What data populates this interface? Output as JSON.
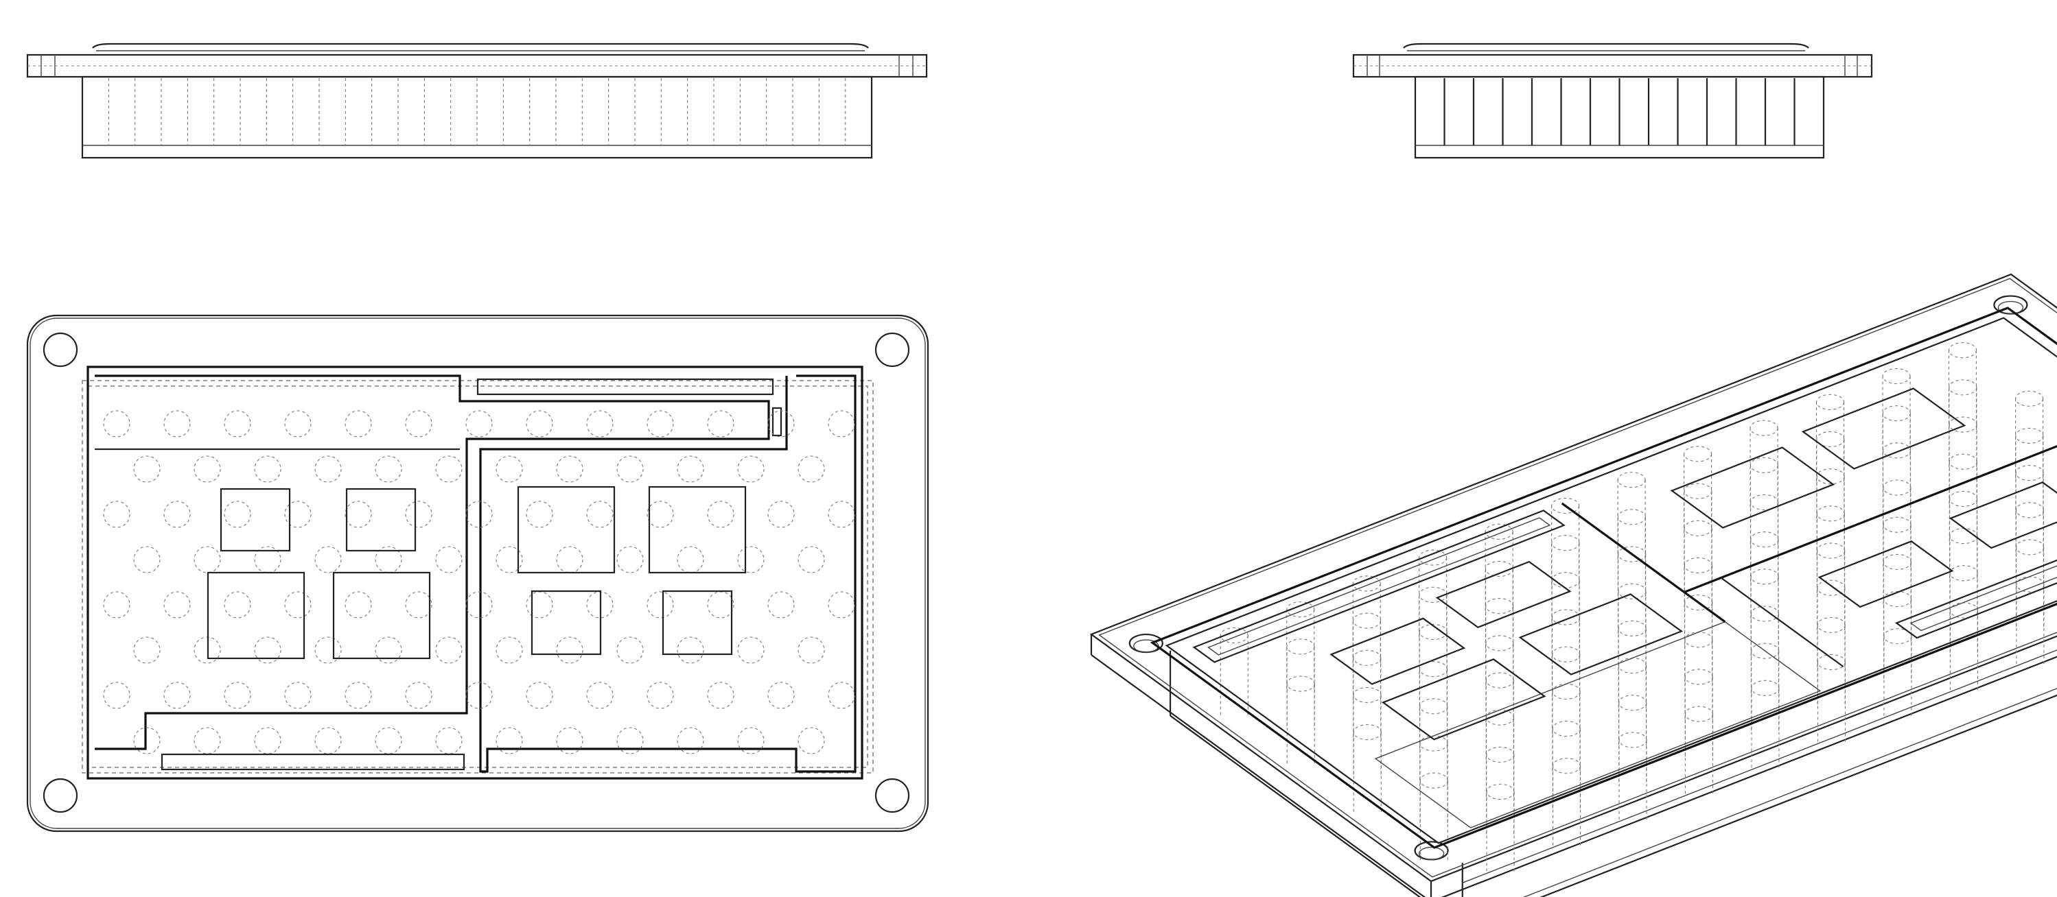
{
  "drawing": {
    "stroke_color": "#222222",
    "hidden_line_color": "#666666",
    "background": "#ffffff"
  },
  "front_view": {
    "heatsink_fins": 30
  },
  "side_view": {
    "heatsink_fins": 14
  },
  "top_view": {
    "mounting_holes": 4,
    "pin_grid_rows": 8,
    "pin_grid_cols": 13,
    "small_pads": 8
  },
  "isometric_view": {
    "mounting_holes": 4,
    "pins": 96,
    "pads": 8
  }
}
